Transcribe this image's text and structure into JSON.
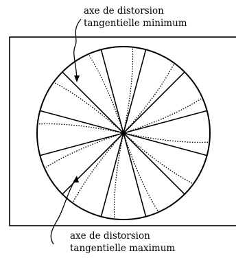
{
  "top_annotation": {
    "line1": "axe de distorsion",
    "line2": "tangentielle minimum"
  },
  "bottom_annotation": {
    "line1": "axe de distorsion",
    "line2": "tangentielle maximum"
  },
  "diagram": {
    "radial_line_count": 12,
    "colors": {
      "stroke": "#000000",
      "background": "#ffffff"
    }
  }
}
